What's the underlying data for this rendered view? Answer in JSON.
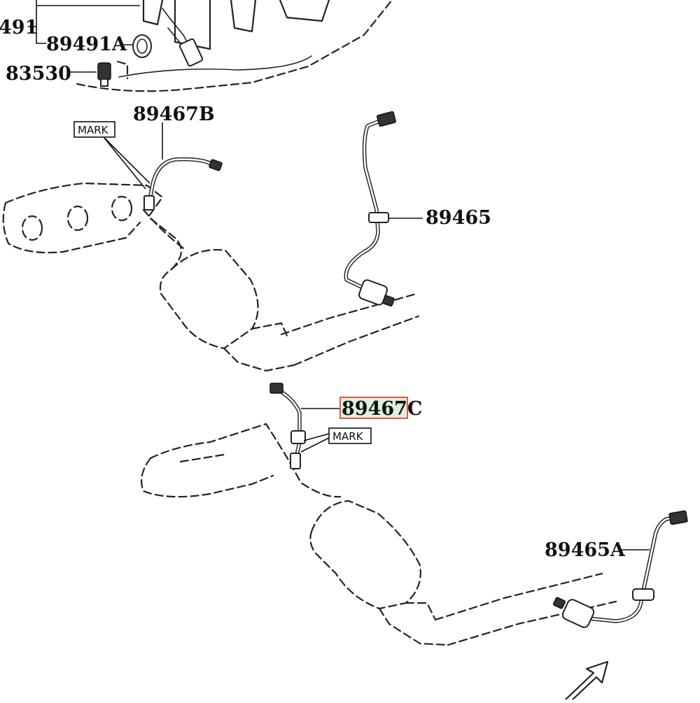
{
  "diagram": {
    "labels": {
      "part_89491_partial": "491",
      "part_89491a": "89491A",
      "part_83530": "83530",
      "part_89467b": "89467B",
      "part_89465": "89465",
      "part_89467c": "89467C",
      "part_89465a": "89465A"
    },
    "callouts": {
      "mark_upper": "MARK",
      "mark_lower": "MARK"
    },
    "highlighted_part": "89467C",
    "colors": {
      "line": "#222222",
      "highlight_fill": "#dff0dc",
      "highlight_border": "#e05a4a"
    }
  }
}
